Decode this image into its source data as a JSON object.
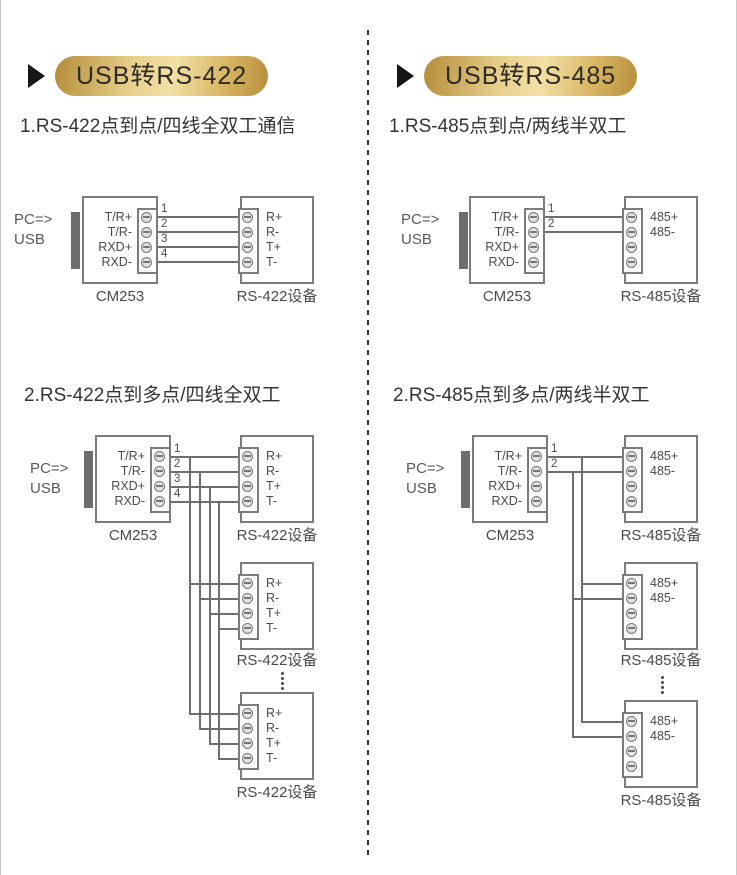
{
  "left": {
    "header": "USB转RS-422",
    "section1_title": "1.RS-422点到点/四线全双工通信",
    "section2_title": "2.RS-422点到多点/四线全双工",
    "pc_label_line1": "PC=>",
    "pc_label_line2": "USB",
    "adapter_name": "CM253",
    "adapter_pins": [
      "T/R+",
      "T/R-",
      "RXD+",
      "RXD-"
    ],
    "wire_numbers": [
      "1",
      "2",
      "3",
      "4"
    ],
    "device_name": "RS-422设备",
    "device_pins": [
      "R+",
      "R-",
      "T+",
      "T-"
    ]
  },
  "right": {
    "header": "USB转RS-485",
    "section1_title": "1.RS-485点到点/两线半双工",
    "section2_title": "2.RS-485点到多点/两线半双工",
    "pc_label_line1": "PC=>",
    "pc_label_line2": "USB",
    "adapter_name": "CM253",
    "adapter_pins": [
      "T/R+",
      "T/R-",
      "RXD+",
      "RXD-"
    ],
    "wire_numbers": [
      "1",
      "2"
    ],
    "device_name": "RS-485设备",
    "device_pins": [
      "485+",
      "485-"
    ]
  },
  "colors": {
    "accent_gold_dark": "#B58C39",
    "accent_gold_light": "#F2E0A6",
    "wire_gray": "#6E6E6E",
    "text_gray": "#4B4B4B"
  }
}
